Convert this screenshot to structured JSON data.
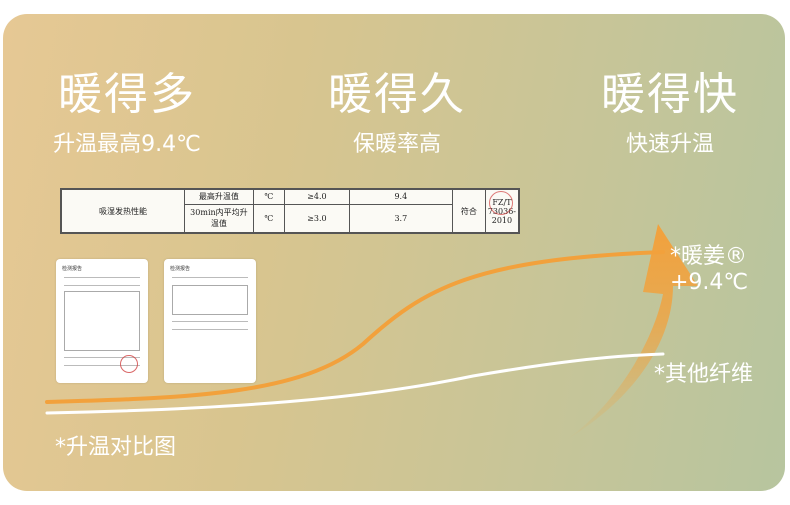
{
  "headings": [
    {
      "title": "暖得多",
      "subtitle": "升温最高9.4℃"
    },
    {
      "title": "暖得久",
      "subtitle": "保暖率高"
    },
    {
      "title": "暖得快",
      "subtitle": "快速升温"
    }
  ],
  "table": {
    "item": "吸湿发热性能",
    "rows": [
      {
        "metric": "最高升温值",
        "unit": "℃",
        "requirement": "≥4.0",
        "result": "9.4"
      },
      {
        "metric": "30min内平均升温值",
        "unit": "℃",
        "requirement": "≥3.0",
        "result": "3.7"
      }
    ],
    "verdict": "符合",
    "standard": "FZ/T 73036-2010"
  },
  "documents": [
    {
      "header": "检测报告"
    },
    {
      "header": "检测报告"
    }
  ],
  "chart": {
    "brand_label": "*暖姜®",
    "brand_value": "+9.4℃",
    "other_label": "*其他纤维",
    "caption": "*升温对比图",
    "colors": {
      "brand": "#f2a13c",
      "other": "#ffffff"
    }
  }
}
